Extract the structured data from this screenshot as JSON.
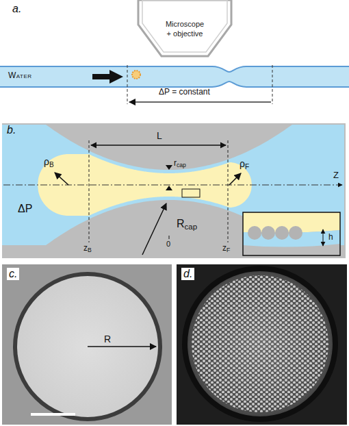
{
  "diagram": {
    "nodes": [
      {
        "text": [
          "Microscope + objective"
        ]
      }
    ],
    "labels": [
      "a.",
      "Water",
      "ΔP = constant",
      "b.",
      "L",
      "ρB",
      "rcap",
      "ρF",
      "Z",
      "ΔP",
      "0",
      "zB",
      "Rcap",
      "zF",
      "h",
      "c.",
      "R",
      "d."
    ]
  }
}
